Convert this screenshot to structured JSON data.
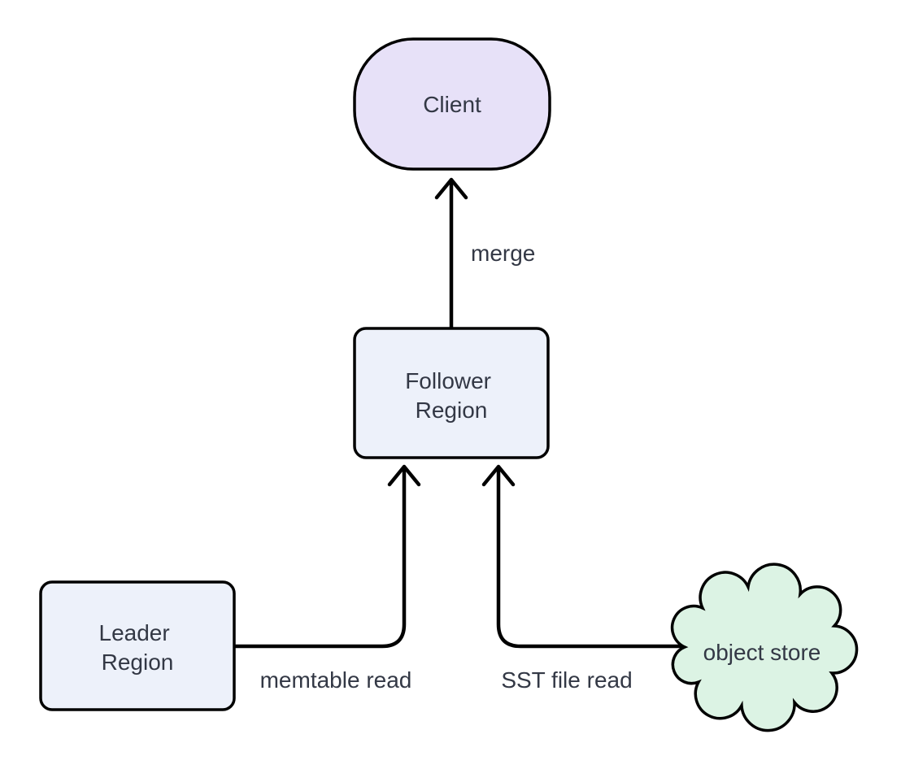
{
  "diagram": {
    "type": "flowchart",
    "background_color": "#ffffff",
    "stroke_color": "#000000",
    "text_color": "#333845",
    "nodes": {
      "client": {
        "label": "Client",
        "shape": "stadium",
        "fill": "#e7e1f8"
      },
      "follower_region": {
        "label_lines": [
          "Follower",
          "Region"
        ],
        "shape": "rounded-rect",
        "fill": "#edf1fa"
      },
      "leader_region": {
        "label_lines": [
          "Leader",
          "Region"
        ],
        "shape": "rounded-rect",
        "fill": "#edf1fa"
      },
      "object_store": {
        "label": "object store",
        "shape": "cloud",
        "fill": "#dcf3e4"
      }
    },
    "edges": [
      {
        "from": "follower_region",
        "to": "client",
        "label": "merge"
      },
      {
        "from": "leader_region",
        "to": "follower_region",
        "label": "memtable read"
      },
      {
        "from": "object_store",
        "to": "follower_region",
        "label": "SST file read"
      }
    ]
  }
}
